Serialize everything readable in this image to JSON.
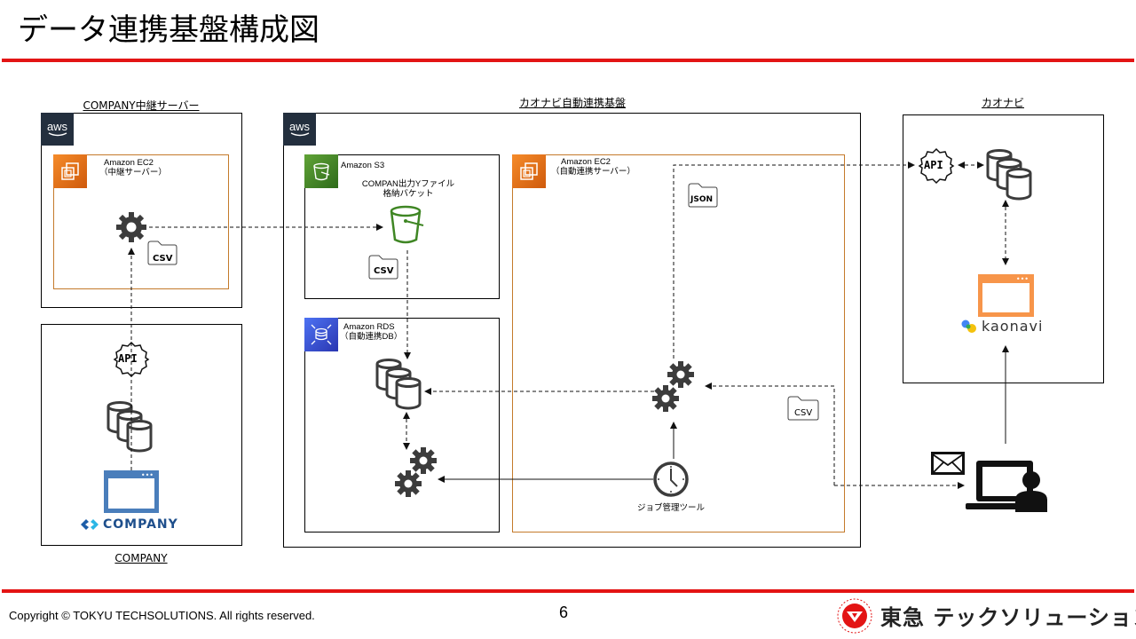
{
  "page": {
    "title": "データ連携基盤構成図",
    "page_number": "6",
    "copyright": "Copyright © TOKYU TECHSOLUTIONS. All rights reserved.",
    "brand_name": "東急 テックソリューションズ",
    "accent_color": "#e31414"
  },
  "groups": {
    "relay": {
      "label": "COMPANY中継サーバー",
      "cloud_badge": "aws",
      "ec2": {
        "name": "Amazon EC2",
        "role": "（中継サーバー）"
      },
      "file_badge": "CSV"
    },
    "company": {
      "label": "COMPANY",
      "api_label": "API",
      "logo_text": "COMPANY"
    },
    "platform": {
      "label": "カオナビ自動連携基盤",
      "cloud_badge": "aws",
      "s3": {
        "name": "Amazon S3",
        "bucket_desc_line1": "COMPAN出力Yファイル",
        "bucket_desc_line2": "格納バケット",
        "file_badge": "CSV"
      },
      "rds": {
        "name": "Amazon RDS",
        "role": "（自動連携DB）"
      },
      "ec2": {
        "name": "Amazon EC2",
        "role": "（自動連携サーバー）",
        "json_badge": "JSON",
        "csv_badge": "CSV"
      },
      "job_tool_label": "ジョブ管理ツール"
    },
    "kaonavi": {
      "label": "カオナビ",
      "api_label": "API",
      "logo_text": "kaonavi"
    }
  },
  "colors": {
    "ec2_orange": "#e8770e",
    "s3_green": "#3f8624",
    "rds_blue": "#3b48cc",
    "aws_dark": "#232f3e",
    "company_blue": "#4a7ebb",
    "kaonavi_orange": "#f7954a",
    "icon_gray": "#3c3c3c"
  }
}
